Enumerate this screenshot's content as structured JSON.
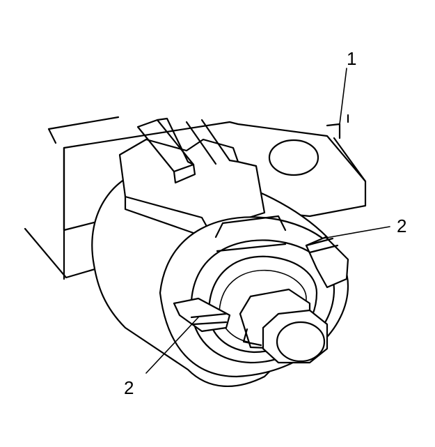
{
  "callouts": [
    {
      "id": "1",
      "text": "1"
    },
    {
      "id": "2a",
      "text": "2"
    },
    {
      "id": "2b",
      "text": "2"
    }
  ]
}
